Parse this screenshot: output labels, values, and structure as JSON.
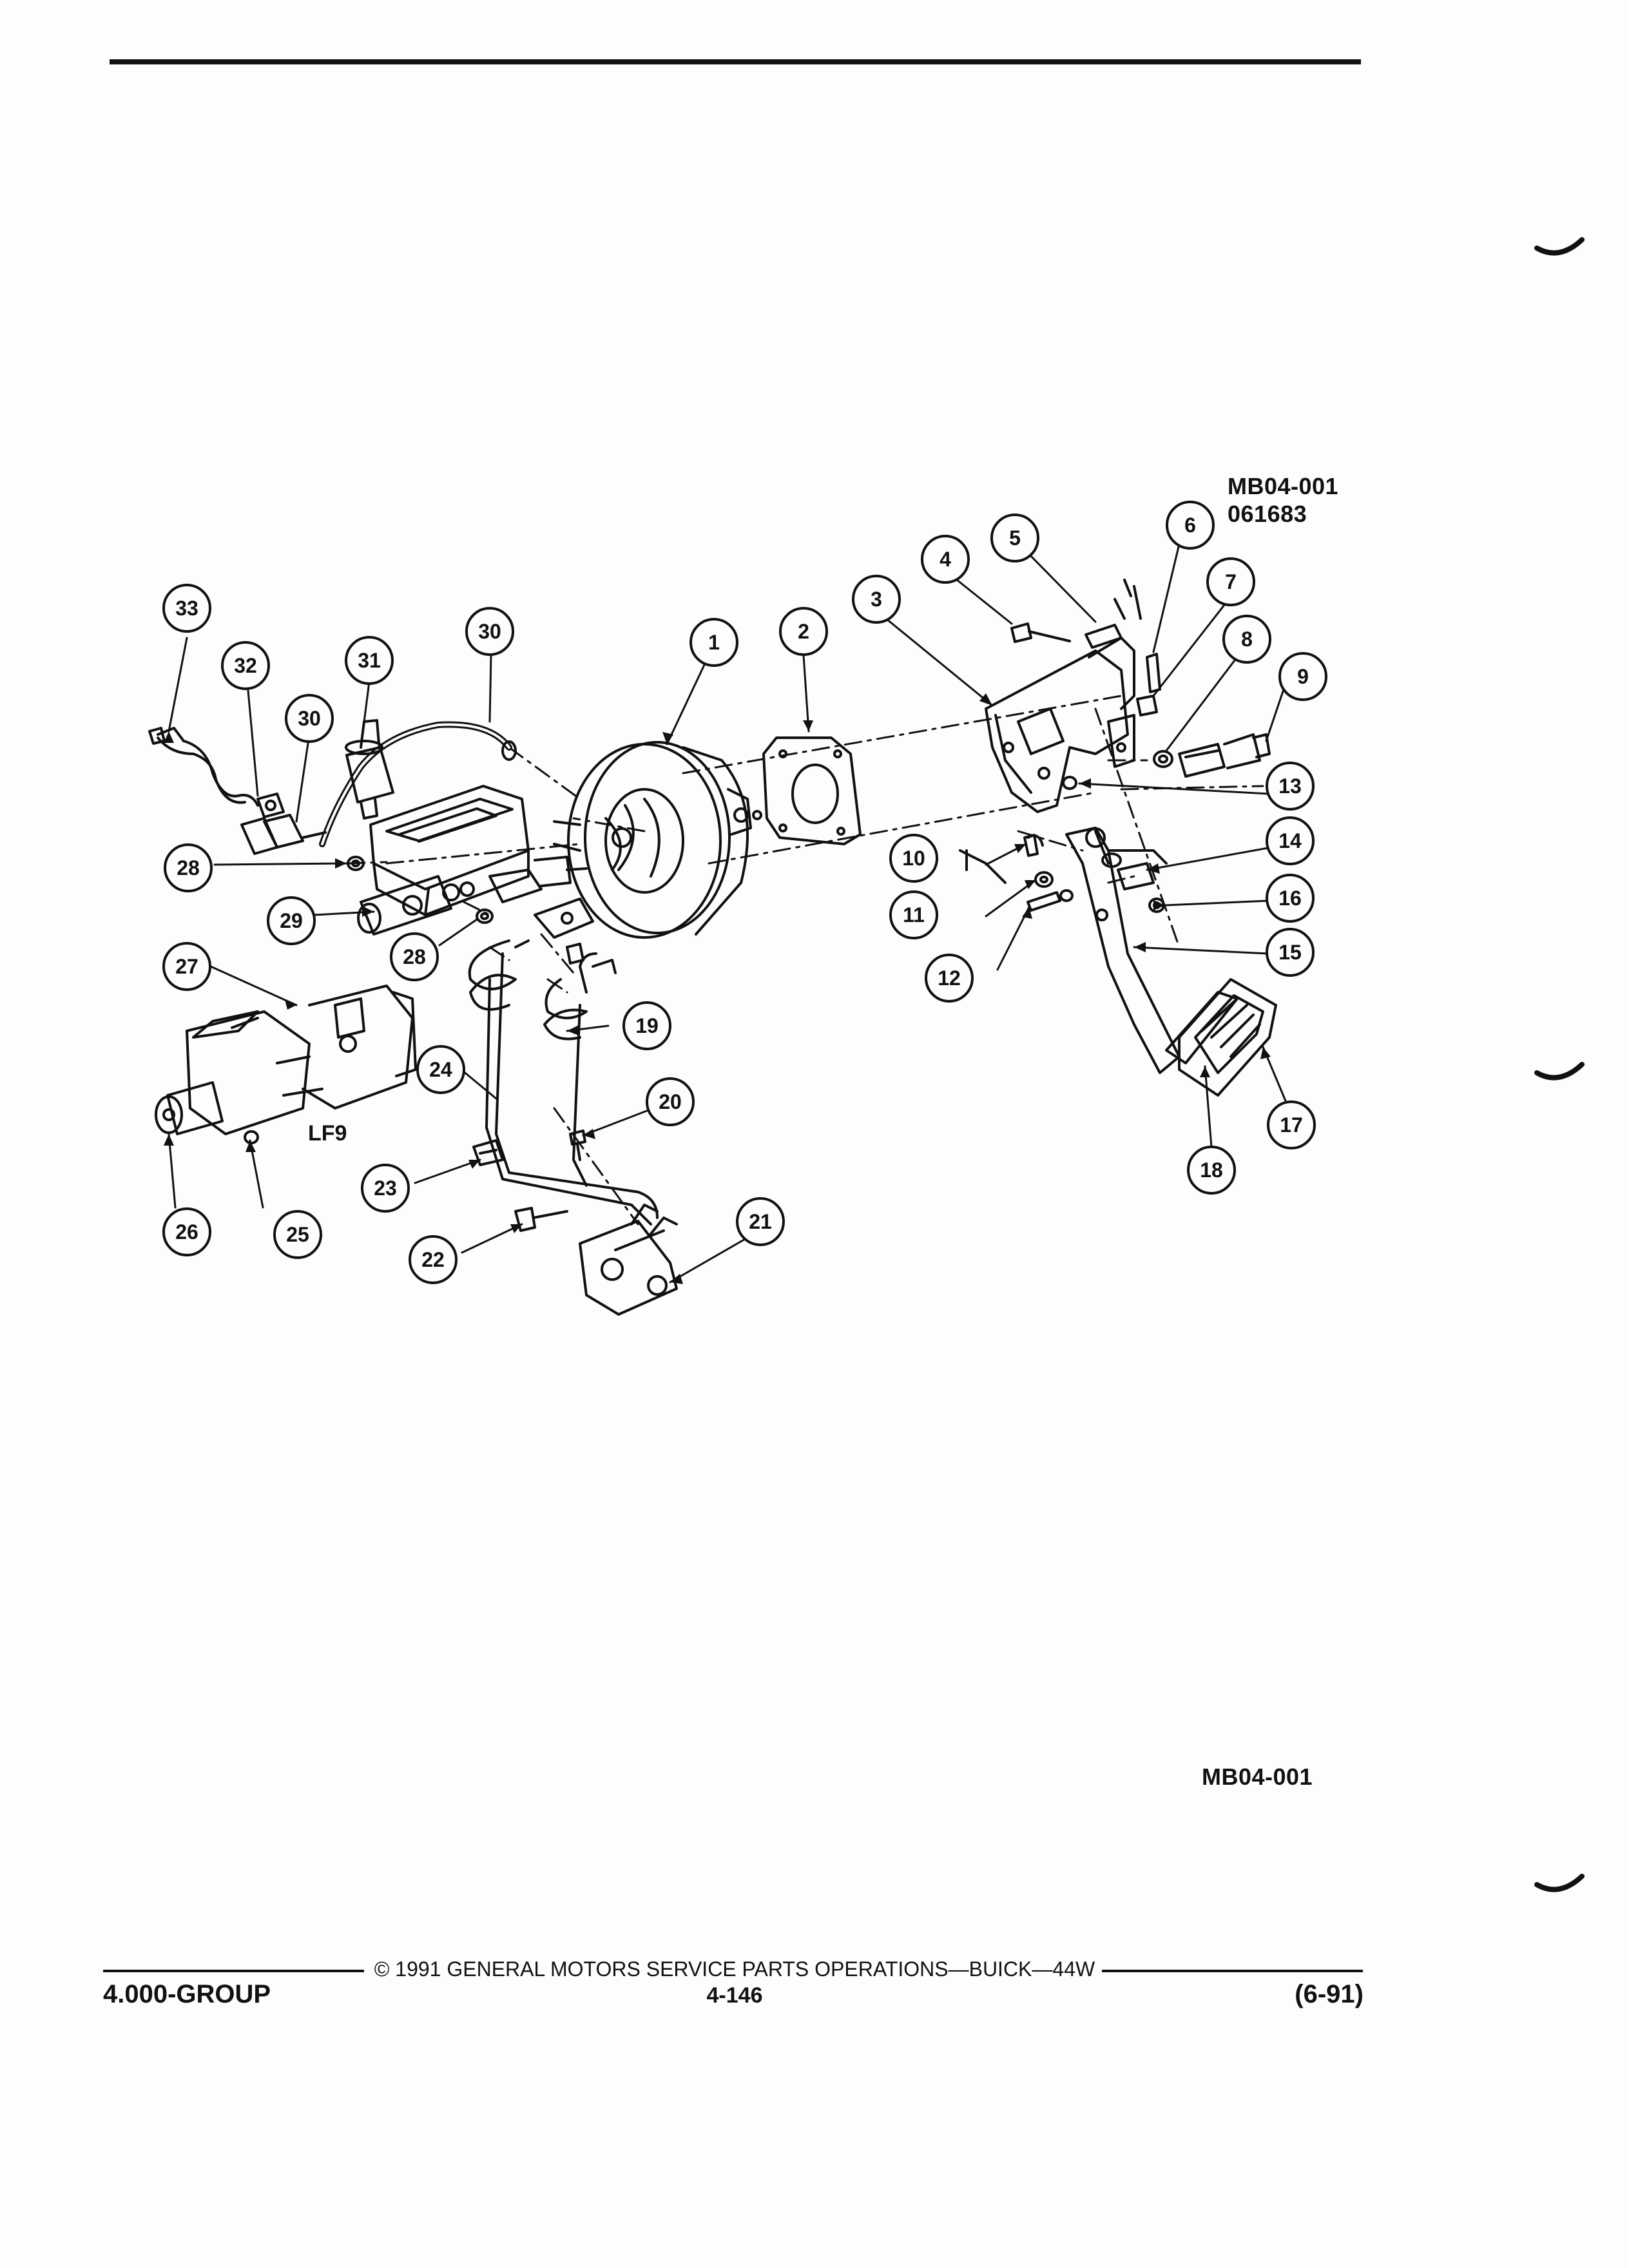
{
  "figure": {
    "id_top": "MB04-001",
    "id_sub": "061683",
    "id_bottom": "MB04-001",
    "variant_label": "LF9"
  },
  "callouts": [
    "1",
    "2",
    "3",
    "4",
    "5",
    "6",
    "7",
    "8",
    "9",
    "10",
    "11",
    "12",
    "13",
    "14",
    "15",
    "16",
    "17",
    "18",
    "19",
    "20",
    "21",
    "22",
    "23",
    "24",
    "25",
    "26",
    "27",
    "28",
    "29",
    "30",
    "31",
    "32",
    "33"
  ],
  "footer": {
    "group": "4.000-GROUP",
    "copyright": "© 1991 GENERAL MOTORS SERVICE PARTS OPERATIONS—BUICK—44W",
    "page_number": "4-146",
    "date": "(6-91)"
  },
  "colors": {
    "ink": "#111111",
    "paper": "#fdfdfc"
  }
}
